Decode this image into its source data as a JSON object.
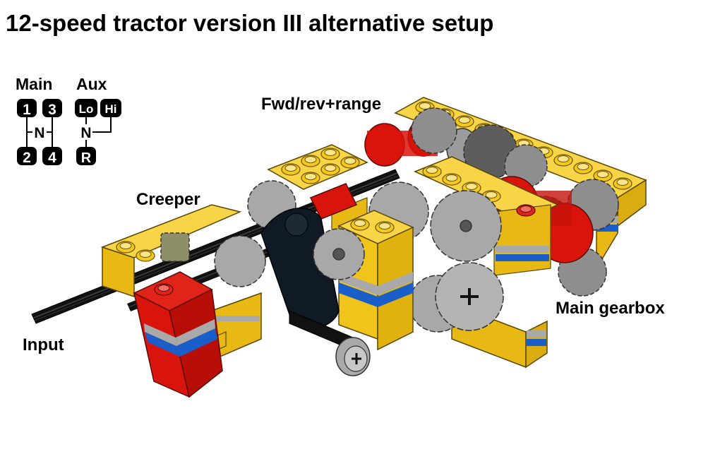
{
  "title": "12-speed tractor version III alternative setup",
  "shift_pattern": {
    "main_label": "Main",
    "aux_label": "Aux",
    "main_gears": [
      "1",
      "3",
      "2",
      "4"
    ],
    "main_neutral": "N",
    "aux_gears": [
      "Lo",
      "Hi",
      "R"
    ],
    "aux_neutral": "N"
  },
  "labels": {
    "fwd_rev": "Fwd/rev+range",
    "creeper": "Creeper",
    "main_gearbox": "Main gearbox",
    "input": "Input"
  },
  "colors": {
    "yellow": "#f5c81e",
    "red": "#d9140c",
    "blue": "#1a5ec9",
    "gray": "#a9a9a9",
    "black": "#111111"
  }
}
